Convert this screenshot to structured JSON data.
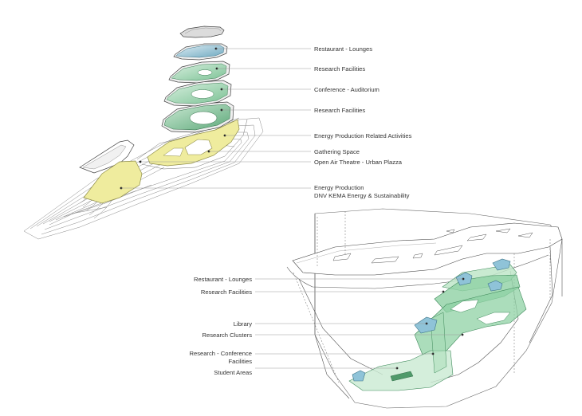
{
  "top_diagram": {
    "labels": [
      {
        "id": "restaurant-lounges",
        "text": "Restaurant - Lounges"
      },
      {
        "id": "research-facilities-1",
        "text": "Research Facilities"
      },
      {
        "id": "conference-auditorium",
        "text": "Conference - Auditorium"
      },
      {
        "id": "research-facilities-2",
        "text": "Research Facilities"
      },
      {
        "id": "energy-production-related",
        "text": "Energy Production Related Activities"
      },
      {
        "id": "gathering-space",
        "text": "Gathering Space"
      },
      {
        "id": "open-air-theatre",
        "text": "Open Air Theatre - Urban Plazza"
      },
      {
        "id": "energy-production",
        "text": "Energy Production"
      },
      {
        "id": "dnv-kema",
        "text": "DNV KEMA Energy & Sustainability"
      }
    ]
  },
  "bottom_diagram": {
    "labels": [
      {
        "id": "restaurant-lounges-b",
        "text": "Restaurant - Lounges"
      },
      {
        "id": "research-facilities-b",
        "text": "Research Facilities"
      },
      {
        "id": "library",
        "text": "Library"
      },
      {
        "id": "research-clusters",
        "text": "Research Clusters"
      },
      {
        "id": "research-conference",
        "text": "Research - Conference"
      },
      {
        "id": "facilities",
        "text": "Facilities"
      },
      {
        "id": "student-areas",
        "text": "Student Areas"
      }
    ]
  },
  "colors": {
    "green_dark": "#4f9a6a",
    "green_mid": "#84c79b",
    "green_light": "#c9ead2",
    "blue": "#8fc3d8",
    "yellow": "#efec9e",
    "line": "#555555",
    "leader": "#9a9a9a"
  }
}
